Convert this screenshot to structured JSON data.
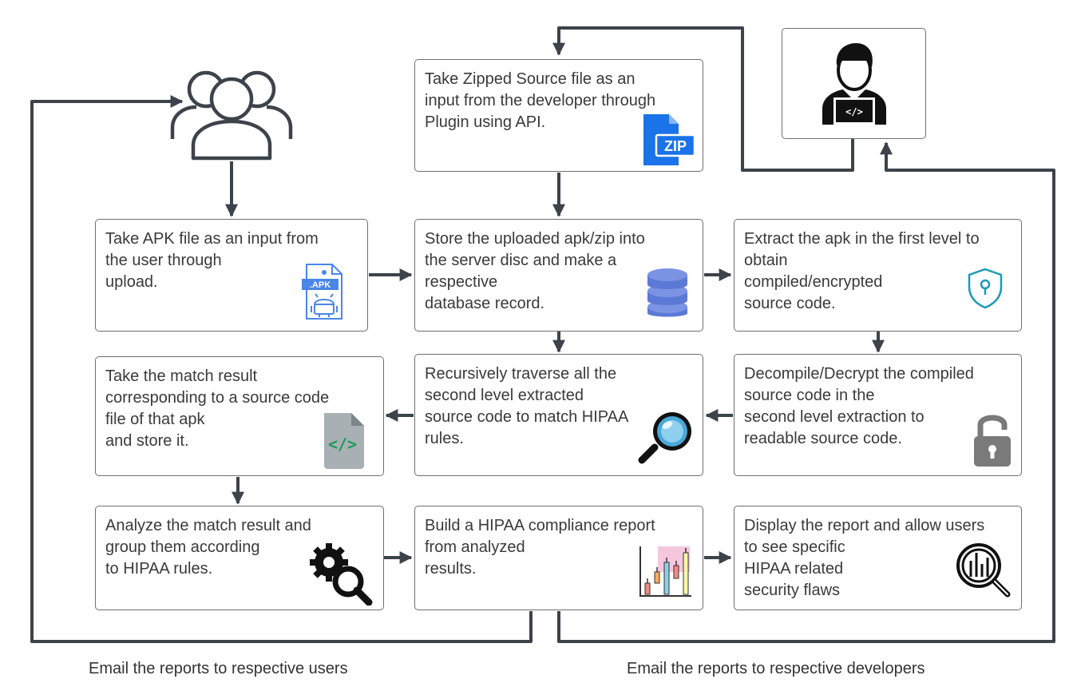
{
  "steps": {
    "zip_input": "Take Zipped Source file as an\ninput from the developer through\nPlugin using API.",
    "apk_input": "Take APK file as an input from\nthe user through\nupload.",
    "store": "Store the uploaded apk/zip into\nthe server disc and make a\nrespective\ndatabase record.",
    "extract": "Extract the apk in the first level to\nobtain\ncompiled/encrypted\nsource code.",
    "match_store": "Take the match result\ncorresponding to a source code\nfile of that apk\nand store it.",
    "traverse": "Recursively traverse all the\nsecond level extracted\nsource code to match HIPAA\nrules.",
    "decompile": "Decompile/Decrypt the compiled\nsource code in the\nsecond level extraction to\nreadable source code.",
    "analyze": "Analyze the match result and\ngroup them according\nto HIPAA rules.",
    "build_report": "Build a HIPAA compliance report\nfrom analyzed\nresults.",
    "display": "Display the report and allow users\nto see specific\nHIPAA related\nsecurity flaws"
  },
  "icon_labels": {
    "zip": "ZIP",
    "apk": ".APK",
    "code": "</>"
  },
  "captions": {
    "users": "Email the reports to respective users",
    "developers": "Email the reports to respective developers"
  },
  "icons": [
    "users-icon",
    "developer-icon",
    "zip-file-icon",
    "apk-file-icon",
    "database-icon",
    "shield-lock-icon",
    "code-file-icon",
    "magnifier-icon",
    "unlock-icon",
    "gears-search-icon",
    "chart-icon",
    "data-search-icon"
  ],
  "colors": {
    "arrow": "#3d434a",
    "box_border": "#6f6f6f",
    "zip_blue": "#1a73e8",
    "apk_blue": "#4a86e8",
    "db_blue": "#5c79d6",
    "shield_teal": "#1a9bb5"
  }
}
